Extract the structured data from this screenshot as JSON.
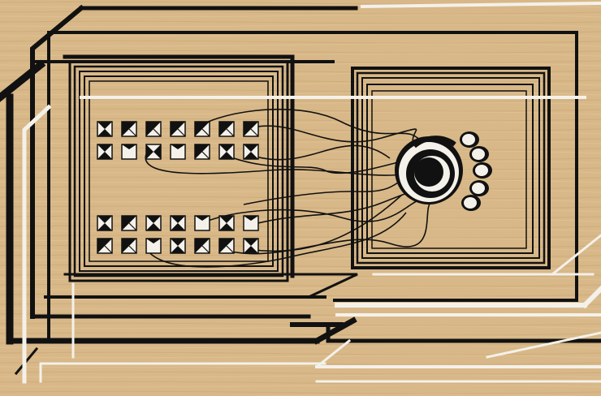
{
  "artwork": {
    "colors": {
      "wood": "#d8b888",
      "wood_grain": "#c9a674",
      "black": "#111111",
      "white": "#f4f1ea"
    },
    "left_panel": {
      "upper_rows": [
        [
          "hourglass",
          "split-tri",
          "split-tri",
          "split-tri",
          "split-tri",
          "split-tri",
          "split-tri"
        ],
        [
          "hourglass",
          "light",
          "bowtie",
          "light",
          "split-tri",
          "hourglass",
          "hourglass"
        ]
      ],
      "lower_rows": [
        [
          "hourglass",
          "split-tri",
          "hourglass",
          "hourglass",
          "light",
          "hourglass",
          "light"
        ],
        [
          "split-tri",
          "split-tri",
          "light",
          "hourglass",
          "split-tri",
          "split-tri",
          "hourglass"
        ]
      ]
    },
    "right_panel": {
      "lens": "concentric-ring",
      "finger_buttons": 5
    }
  }
}
